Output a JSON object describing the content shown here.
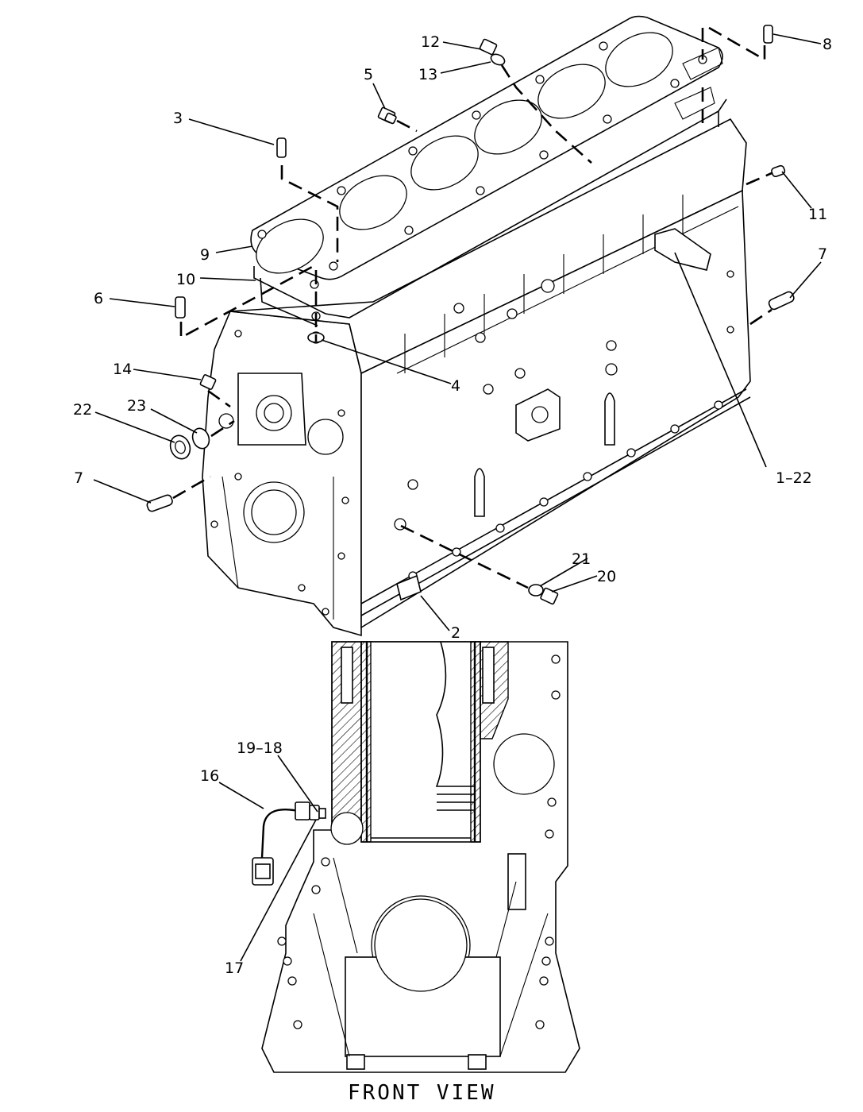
{
  "callouts": {
    "c3": "3",
    "c5": "5",
    "c12": "12",
    "c13": "13",
    "c8": "8",
    "c9": "9",
    "c10": "10",
    "c6": "6",
    "c4": "4",
    "c14": "14",
    "c22": "22",
    "c23": "23",
    "c7a": "7",
    "c7b": "7",
    "c11": "11",
    "c1_22": "1–22",
    "c21": "21",
    "c20": "20",
    "c2": "2",
    "c19_18": "19–18",
    "c16": "16",
    "c17": "17"
  },
  "caption": "FRONT VIEW"
}
